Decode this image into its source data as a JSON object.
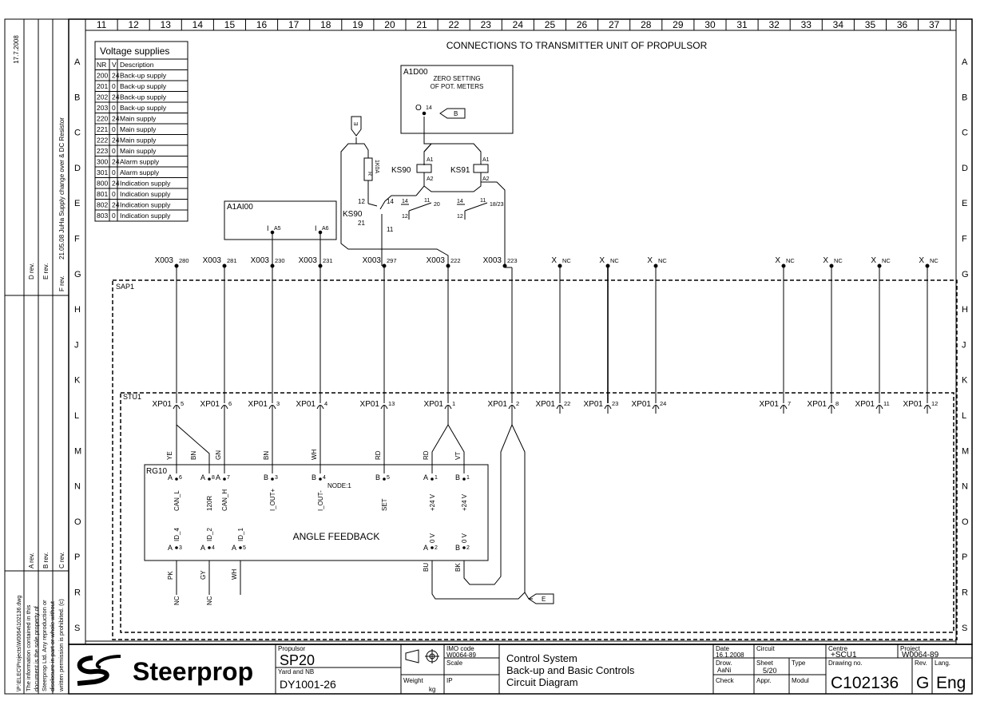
{
  "sheet_title": "CONNECTIONS TO TRANSMITTER UNIT OF PROPULSOR",
  "column_numbers": [
    "11",
    "12",
    "13",
    "14",
    "15",
    "16",
    "17",
    "18",
    "19",
    "20",
    "21",
    "22",
    "23",
    "24",
    "25",
    "26",
    "27",
    "28",
    "29",
    "30",
    "31",
    "32",
    "33",
    "34",
    "35",
    "36",
    "37"
  ],
  "row_letters": [
    "A",
    "B",
    "C",
    "D",
    "E",
    "F",
    "G",
    "H",
    "J",
    "K",
    "L",
    "M",
    "N",
    "O",
    "P",
    "R",
    "S"
  ],
  "revisions": {
    "date": "17.7.2008",
    "d_rev": "D rev.",
    "e_rev": "E rev.",
    "f_rev": "F rev.",
    "f_note": "21.05.08 JuHa Supply change over & DC Resistor",
    "a_rev": "A rev.",
    "b_rev": "B rev.",
    "c_rev": "C rev.",
    "file_path": "\\P:\\ELEC\\Projects\\W0064\\102136.dwg",
    "copyright_lines": [
      "The information contained in this",
      "document is the sole property of",
      "Steerprop Ltd. Any reproduction or",
      "disclosure in part or whole without",
      "written permission is prohibited. (c)"
    ]
  },
  "voltage_table": {
    "title": "Voltage supplies",
    "headers": [
      "NR",
      "V",
      "Description"
    ],
    "rows": [
      [
        "200",
        "24",
        "Back-up supply"
      ],
      [
        "201",
        "0",
        "Back-up supply"
      ],
      [
        "202",
        "24",
        "Back-up supply"
      ],
      [
        "203",
        "0",
        "Back-up supply"
      ],
      [
        "220",
        "24",
        "Main supply"
      ],
      [
        "221",
        "0",
        "Main supply"
      ],
      [
        "222",
        "24",
        "Main supply"
      ],
      [
        "223",
        "0",
        "Main supply"
      ],
      [
        "300",
        "24",
        "Alarm supply"
      ],
      [
        "301",
        "0",
        "Alarm supply"
      ],
      [
        "800",
        "24",
        "Indication supply"
      ],
      [
        "801",
        "0",
        "Indication supply"
      ],
      [
        "802",
        "24",
        "Indication supply"
      ],
      [
        "803",
        "0",
        "Indication supply"
      ]
    ]
  },
  "a1d00": {
    "name": "A1D00",
    "desc1": "ZERO SETTING",
    "desc2": "OF POT. METERS",
    "term": "O",
    "term_num": "14",
    "ref": "B"
  },
  "a1ai00": {
    "name": "A1AI00",
    "t1": "I",
    "n1": "A5",
    "t2": "I",
    "n2": "A6"
  },
  "relays": {
    "r_label": "R",
    "r_value": "1K0A",
    "ks90": "KS90",
    "ks91": "KS91",
    "ks90b": "KS90",
    "a1": "A1",
    "a2": "A2",
    "a1b": "A1",
    "a2b": "A2",
    "c12": "12",
    "c21": "21",
    "c14": "14",
    "c11": "11",
    "k14a": "14",
    "k11a": "11",
    "k20": "20",
    "k12a": "12",
    "k14b": "14",
    "k11b": "11",
    "k1823": "18/23",
    "k12b": "12",
    "ref_top": "E"
  },
  "x003": [
    {
      "name": "X003",
      "num": "280"
    },
    {
      "name": "X003",
      "num": "281"
    },
    {
      "name": "X003",
      "num": "230"
    },
    {
      "name": "X003",
      "num": "231"
    },
    {
      "name": "X003",
      "num": "297"
    },
    {
      "name": "X003",
      "num": "222"
    },
    {
      "name": "X003",
      "num": "223"
    },
    {
      "name": "X",
      "num": "NC"
    },
    {
      "name": "X",
      "num": "NC"
    },
    {
      "name": "X",
      "num": "NC"
    },
    {
      "name": "X",
      "num": "NC"
    },
    {
      "name": "X",
      "num": "NC"
    },
    {
      "name": "X",
      "num": "NC"
    },
    {
      "name": "X",
      "num": "NC"
    }
  ],
  "sap1": "SAP1",
  "stu1": "STU1",
  "xp01": [
    {
      "name": "XP01",
      "num": "5"
    },
    {
      "name": "XP01",
      "num": "6"
    },
    {
      "name": "XP01",
      "num": "3"
    },
    {
      "name": "XP01",
      "num": "4"
    },
    {
      "name": "XP01",
      "num": "13"
    },
    {
      "name": "XP01",
      "num": "1"
    },
    {
      "name": "XP01",
      "num": "2"
    },
    {
      "name": "XP01",
      "num": "22"
    },
    {
      "name": "XP01",
      "num": "23"
    },
    {
      "name": "XP01",
      "num": "24"
    },
    {
      "name": "XP01",
      "num": "7"
    },
    {
      "name": "XP01",
      "num": "8"
    },
    {
      "name": "XP01",
      "num": "11"
    },
    {
      "name": "XP01",
      "num": "12"
    }
  ],
  "wire_colors_top": [
    "YE",
    "BN",
    "GN",
    "BN",
    "WH",
    "RD",
    "RD",
    "VT"
  ],
  "rg10": {
    "name": "RG10",
    "node": "NODE:1",
    "title": "ANGLE FEEDBACK",
    "top_terms": [
      {
        "t": "A",
        "n": "6",
        "sig": "CAN_L"
      },
      {
        "t": "A",
        "n": "8",
        "sig": "120R"
      },
      {
        "t": "A",
        "n": "7",
        "sig": "CAN_H"
      },
      {
        "t": "B",
        "n": "3",
        "sig": "I_OUT+"
      },
      {
        "t": "B",
        "n": "4",
        "sig": "I_OUT-"
      },
      {
        "t": "B",
        "n": "5",
        "sig": "SET"
      },
      {
        "t": "A",
        "n": "1",
        "sig": "+24 V"
      },
      {
        "t": "B",
        "n": "1",
        "sig": "+24 V"
      }
    ],
    "bottom_terms": [
      {
        "t": "A",
        "n": "3",
        "sig": "ID_4"
      },
      {
        "t": "A",
        "n": "4",
        "sig": "ID_2"
      },
      {
        "t": "A",
        "n": "5",
        "sig": "ID_1"
      },
      {
        "t": "A",
        "n": "2",
        "sig": "0 V"
      },
      {
        "t": "B",
        "n": "2",
        "sig": "0 V"
      }
    ]
  },
  "wire_colors_bottom": [
    "PK",
    "GY",
    "WH",
    "BU",
    "BK"
  ],
  "nc_labels": [
    "NC",
    "NC"
  ],
  "ref_bottom": "E",
  "title_block": {
    "logo": "Steerprop",
    "propulsor_label": "Propulsor",
    "propulsor": "SP20",
    "yard_label": "Yard and NB",
    "yard": "DY1001-26",
    "weight_label": "Weight",
    "weight_unit": "kg",
    "imo_label": "IMO code",
    "imo": "W0064-89",
    "scale_label": "Scale",
    "ip_label": "IP",
    "desc1": "Control System",
    "desc2": "Back-up and Basic Controls",
    "desc3": "Circuit Diagram",
    "date_label": "Date",
    "date": "16.1.2008",
    "drow_label": "Drow.",
    "drow": "AaNi",
    "check_label": "Check",
    "circuit_label": "Circuit",
    "sheet_label": "Sheet",
    "sheet": "5/20",
    "appr_label": "Appr.",
    "type_label": "Type",
    "modul_label": "Modul",
    "centre_label": "Centre",
    "centre": "+SCU1",
    "project_label": "Project",
    "project": "W0064-89",
    "drawing_label": "Drawing no.",
    "drawing": "C102136",
    "rev_label": "Rev.",
    "rev": "G",
    "lang_label": "Lang.",
    "lang": "Eng"
  }
}
